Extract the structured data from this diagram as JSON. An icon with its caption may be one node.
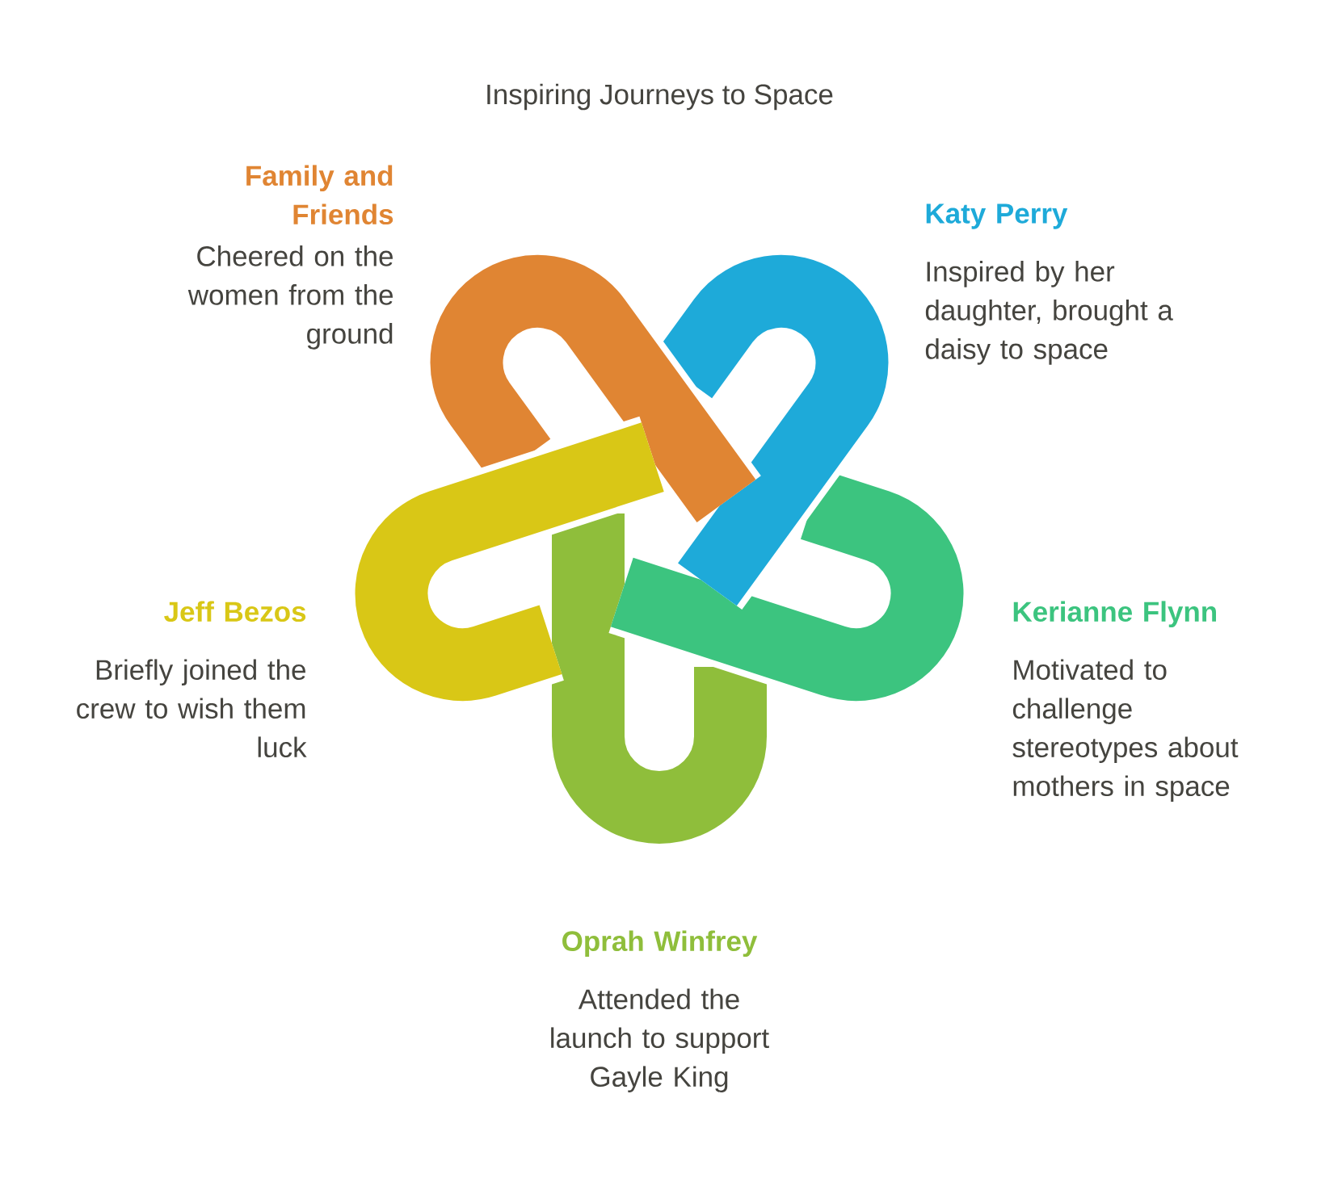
{
  "diagram": {
    "title": "Inspiring Journeys to Space",
    "nodes": [
      {
        "text": [
          "Family and Friends",
          "Cheered on the women from the ground"
        ]
      },
      {
        "text": [
          "Katy Perry",
          "Inspired by her daughter, brought a daisy to space"
        ]
      },
      {
        "text": [
          "Jeff Bezos",
          "Briefly joined the crew to wish them luck"
        ]
      },
      {
        "text": [
          "Kerianne Flynn",
          "Motivated to challenge stereotypes about mothers in space"
        ]
      },
      {
        "text": [
          "Oprah Winfrey",
          "Attended the launch to support Gayle King"
        ]
      }
    ]
  }
}
